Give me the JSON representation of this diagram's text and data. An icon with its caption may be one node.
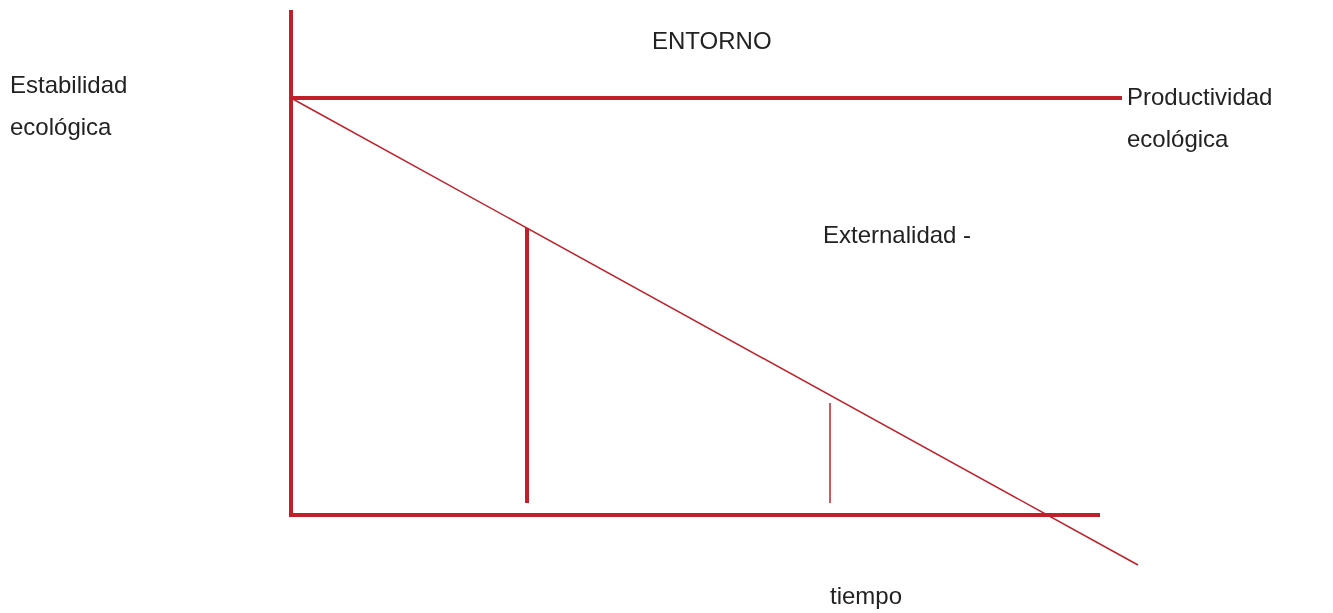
{
  "diagram": {
    "labels": [
      "ENTORNO",
      "Estabilidad ecológica",
      "Productividad ecológica",
      "Externalidad -",
      "tiempo"
    ]
  }
}
